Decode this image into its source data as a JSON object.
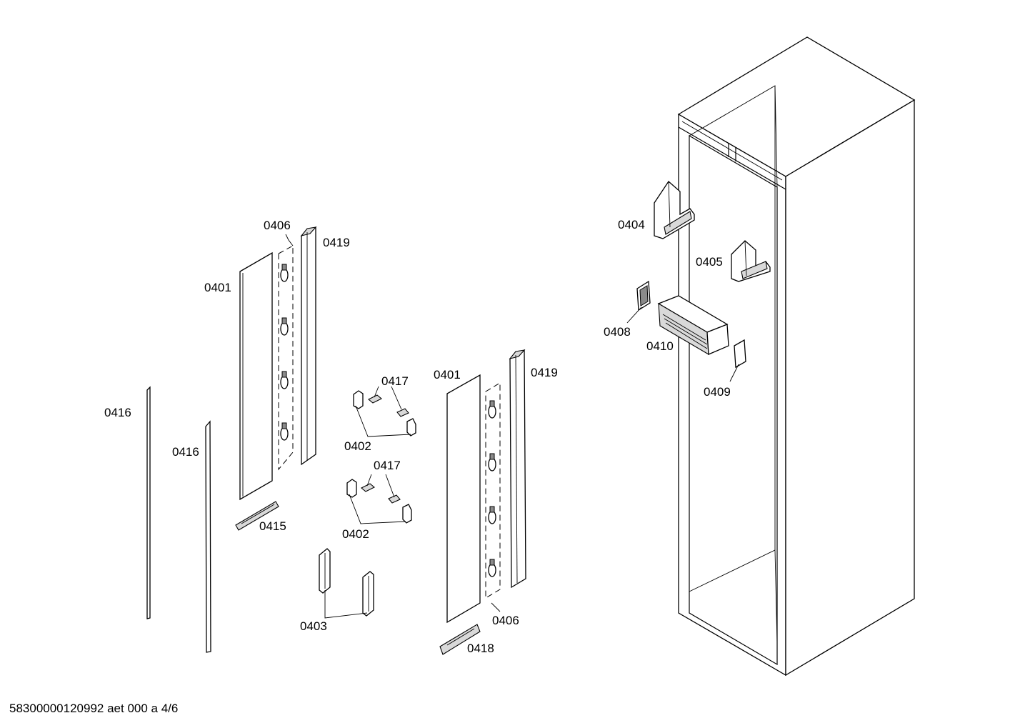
{
  "labels": {
    "l0401a": "0401",
    "l0406a": "0406",
    "l0419a": "0419",
    "l0416a": "0416",
    "l0416b": "0416",
    "l0415": "0415",
    "l0417a": "0417",
    "l0402a": "0402",
    "l0417b": "0417",
    "l0402b": "0402",
    "l0403": "0403",
    "l0401b": "0401",
    "l0419b": "0419",
    "l0406b": "0406",
    "l0418": "0418",
    "l0404": "0404",
    "l0405": "0405",
    "l0408": "0408",
    "l0410": "0410",
    "l0409": "0409"
  },
  "footer": {
    "document_id": "58300000120992 aet 000 a 4/6"
  }
}
